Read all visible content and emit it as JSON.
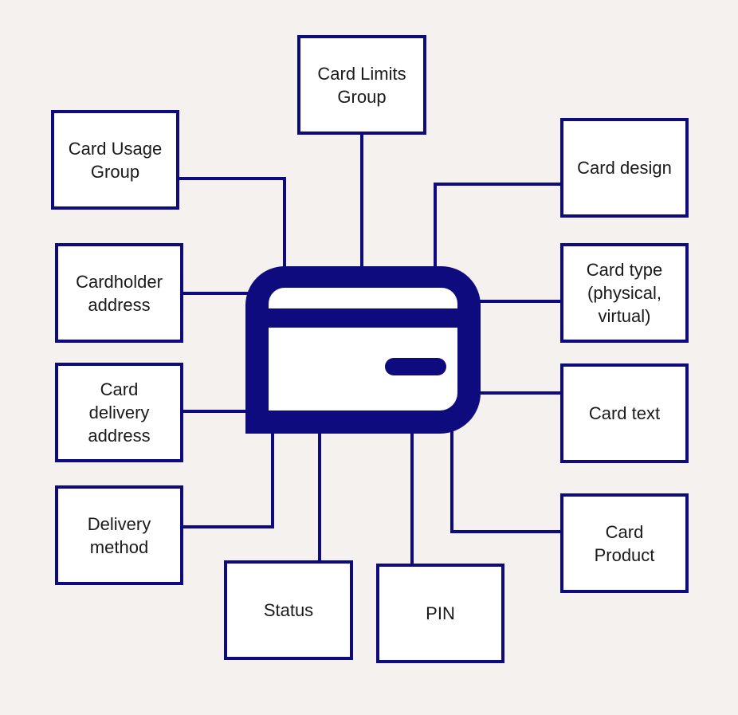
{
  "colors": {
    "stroke": "#0e0b7e",
    "background": "#f4f1ef",
    "box_fill": "#ffffff"
  },
  "center_icon": "credit-card-icon",
  "nodes": {
    "limits": {
      "label": "Card Limits\nGroup"
    },
    "usage": {
      "label": "Card Usage\nGroup"
    },
    "design": {
      "label": "Card design"
    },
    "holder": {
      "label": "Cardholder\naddress"
    },
    "type": {
      "label": "Card type\n(physical,\nvirtual)"
    },
    "delivery": {
      "label": "Card\ndelivery\naddress"
    },
    "text": {
      "label": "Card text"
    },
    "method": {
      "label": "Delivery\nmethod"
    },
    "product": {
      "label": "Card\nProduct"
    },
    "status": {
      "label": "Status"
    },
    "pin": {
      "label": "PIN"
    }
  }
}
